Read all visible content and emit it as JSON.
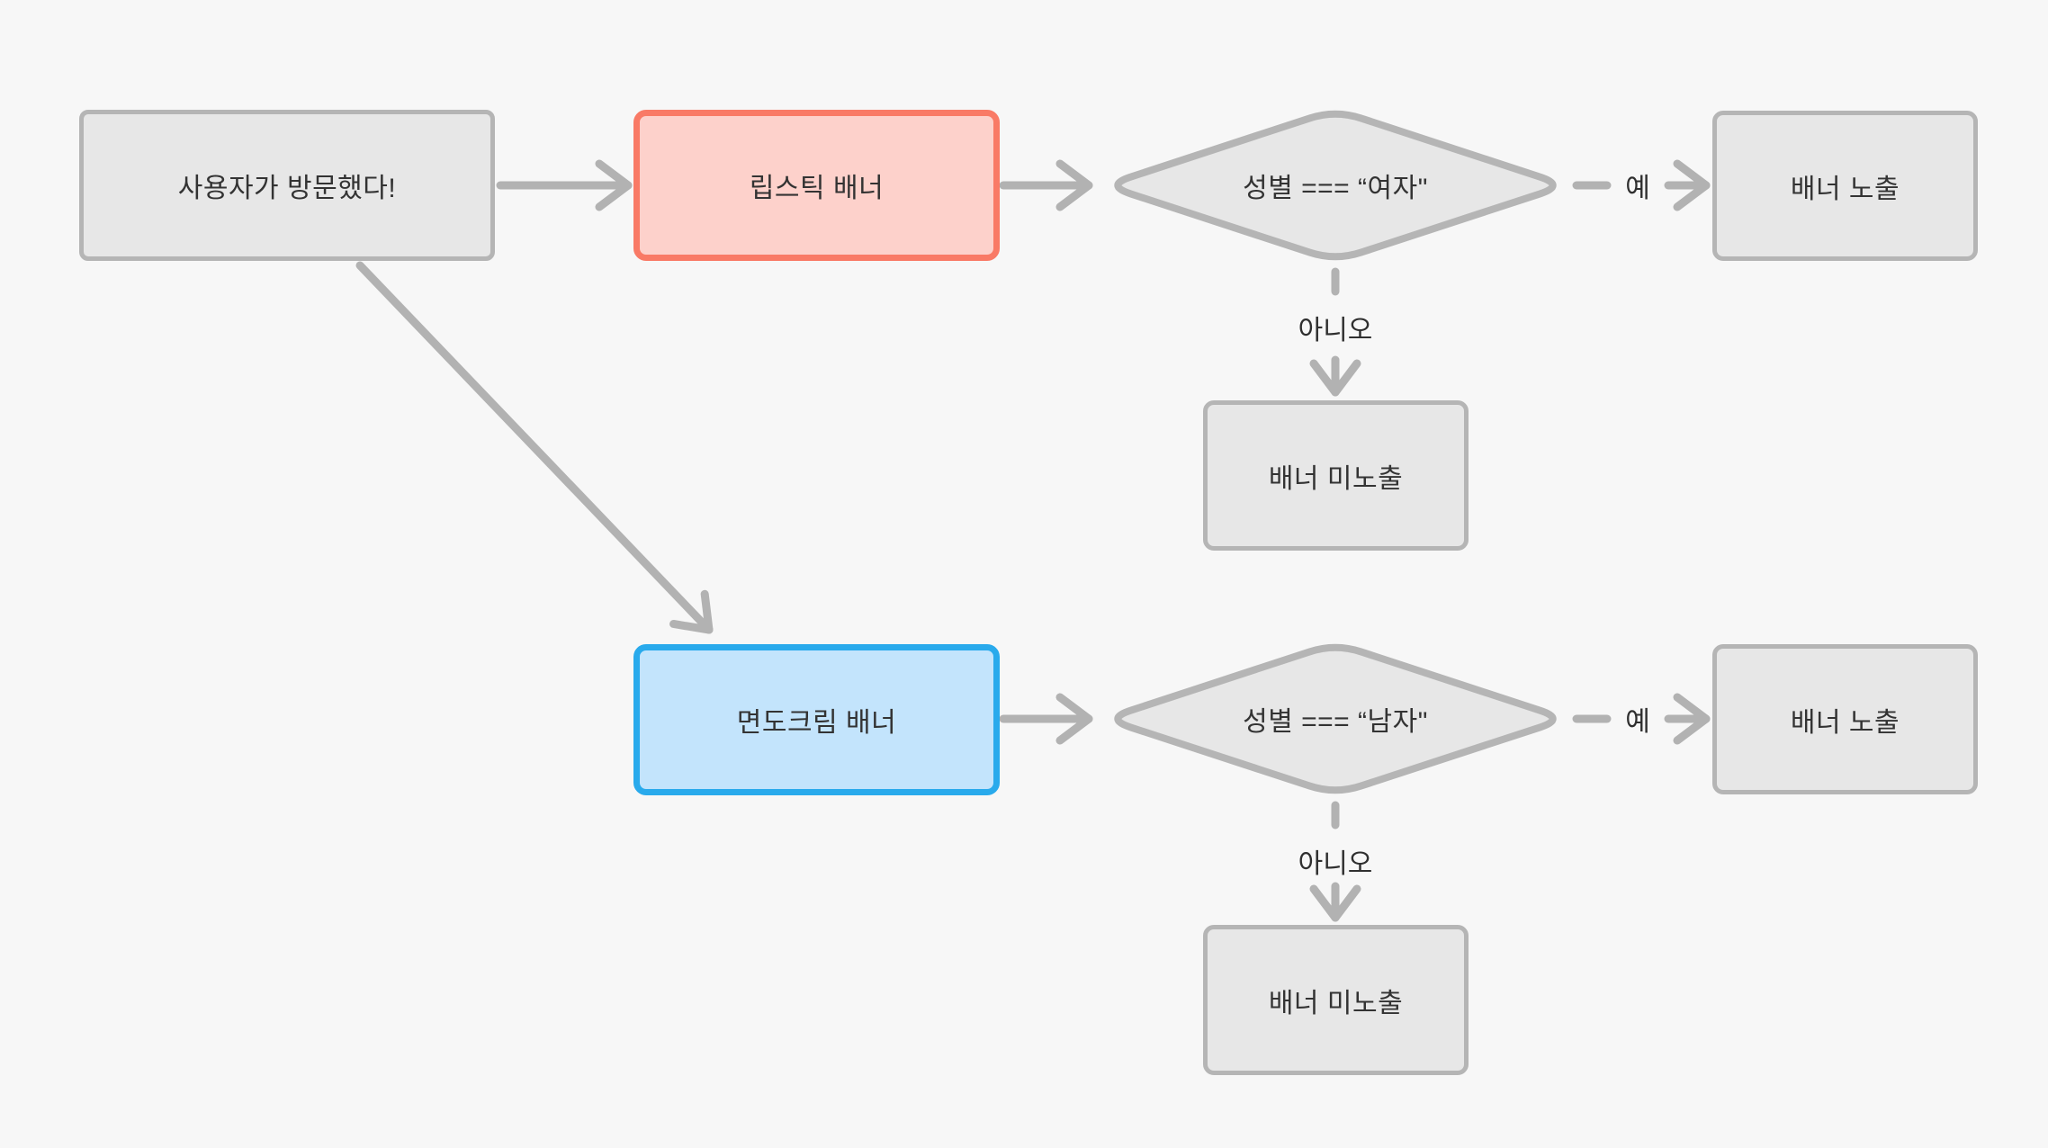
{
  "canvas": {
    "background_color": "#f7f7f7",
    "line_color": "#b2b2b2"
  },
  "nodes": {
    "user_visited": {
      "label": "사용자가 방문했다!",
      "fill": "#e7e7e7",
      "border_color": "#b5b5b5"
    },
    "lipstick_banner": {
      "label": "립스틱 배너",
      "fill": "#fdd1cb",
      "border_color": "#f97a66"
    },
    "gender_female_check": {
      "label": "성별 === “여자\"",
      "fill": "#e7e7e7",
      "border_color": "#b5b5b5",
      "shape": "diamond"
    },
    "banner_shown_top": {
      "label": "배너 노출",
      "fill": "#e7e7e7",
      "border_color": "#b5b5b5"
    },
    "banner_hidden_top": {
      "label": "배너 미노출",
      "fill": "#e7e7e7",
      "border_color": "#b5b5b5"
    },
    "shaving_cream_banner": {
      "label": "면도크림 배너",
      "fill": "#c3e4fc",
      "border_color": "#29aaec"
    },
    "gender_male_check": {
      "label": "성별 === “남자\"",
      "fill": "#e7e7e7",
      "border_color": "#b5b5b5",
      "shape": "diamond"
    },
    "banner_shown_bottom": {
      "label": "배너 노출",
      "fill": "#e7e7e7",
      "border_color": "#b5b5b5"
    },
    "banner_hidden_bottom": {
      "label": "배너 미노출",
      "fill": "#e7e7e7",
      "border_color": "#b5b5b5"
    }
  },
  "edge_labels": {
    "yes_top": "예",
    "no_top": "아니오",
    "yes_bottom": "예",
    "no_bottom": "아니오"
  }
}
